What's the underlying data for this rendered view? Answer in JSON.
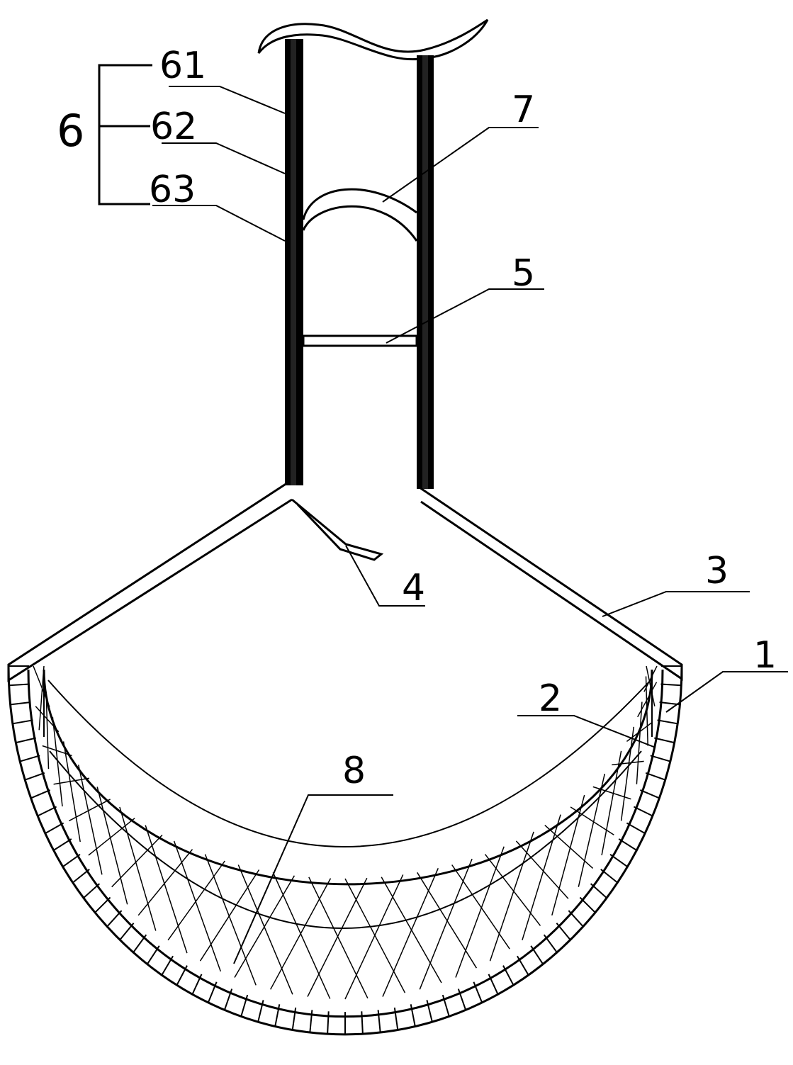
{
  "labels": {
    "group_6": "6",
    "sub_61": "61",
    "sub_62": "62",
    "sub_63": "63",
    "part_7": "7",
    "part_5": "5",
    "part_4": "4",
    "part_3": "3",
    "part_1": "1",
    "part_2": "2",
    "part_8": "8"
  },
  "colors": {
    "ink": "#000000",
    "background": "#ffffff"
  }
}
